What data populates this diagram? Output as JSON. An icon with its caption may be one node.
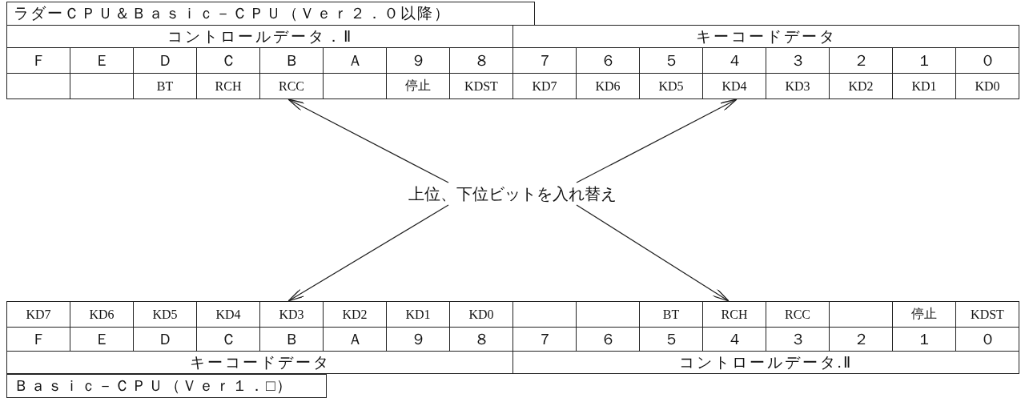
{
  "diagram": {
    "nodes": [
      {
        "text": [
          "ラダーＣＰＵ＆Ｂａｓｉｃ－ＣＰＵ（Ｖｅｒ２．０以降）"
        ]
      },
      {
        "text": [
          "コントロールデータ．Ⅱ",
          "Ｆ",
          "Ｅ",
          "Ｄ",
          "Ｃ",
          "Ｂ",
          "Ａ",
          "９",
          "８",
          "BT",
          "RCH",
          "RCC",
          "停止",
          "KDST"
        ]
      },
      {
        "text": [
          "キーコードデータ",
          "７",
          "６",
          "５",
          "４",
          "３",
          "２",
          "１",
          "０",
          "KD7",
          "KD6",
          "KD5",
          "KD4",
          "KD3",
          "KD2",
          "KD1",
          "KD0"
        ]
      },
      {
        "text": [
          "上位、下位ビットを入れ替え"
        ]
      },
      {
        "text": [
          "Ｂａｓｉｃ－ＣＰＵ（Ｖｅｒ１．□）"
        ]
      },
      {
        "text": [
          "KD7",
          "KD6",
          "KD5",
          "KD4",
          "KD3",
          "KD2",
          "KD1",
          "KD0",
          "Ｆ",
          "Ｅ",
          "Ｄ",
          "Ｃ",
          "Ｂ",
          "Ａ",
          "９",
          "８",
          "キーコードデータ"
        ]
      },
      {
        "text": [
          "BT",
          "RCH",
          "RCC",
          "停止",
          "KDST",
          "７",
          "６",
          "５",
          "４",
          "３",
          "２",
          "１",
          "０",
          "コントロールデータ.Ⅱ"
        ]
      }
    ],
    "edges": [
      {
        "from": 3,
        "to": 1,
        "arrow": "to"
      },
      {
        "from": 3,
        "to": 2,
        "arrow": "to"
      },
      {
        "from": 3,
        "to": 5,
        "arrow": "to"
      },
      {
        "from": 3,
        "to": 6,
        "arrow": "to"
      }
    ]
  }
}
